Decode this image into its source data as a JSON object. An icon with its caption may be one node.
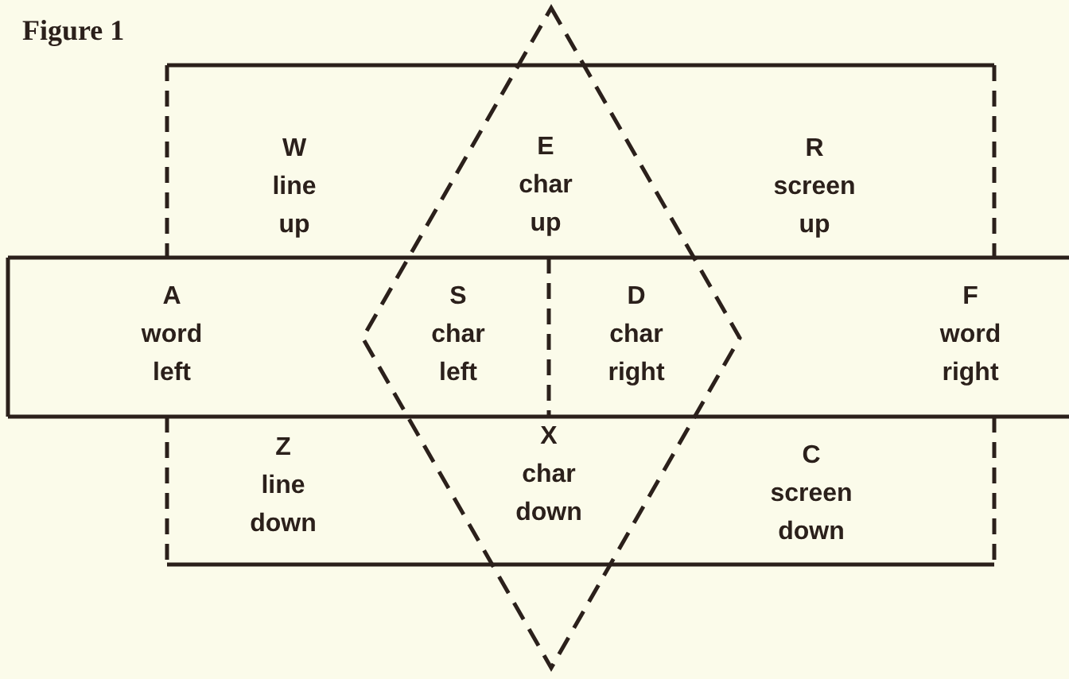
{
  "diagram": {
    "title": "Figure 1",
    "nodes": [
      {
        "text": [],
        "shape": "box"
      },
      {
        "text": [],
        "shape": "bar"
      },
      {
        "text": [],
        "shape": "diamond"
      }
    ],
    "labels": [
      "W",
      "line up",
      "E",
      "char up",
      "R",
      "screen up",
      "A",
      "word left",
      "S",
      "char left",
      "D",
      "char right",
      "F",
      "word right",
      "Z",
      "line down",
      "X",
      "char down",
      "C",
      "screen down"
    ]
  }
}
